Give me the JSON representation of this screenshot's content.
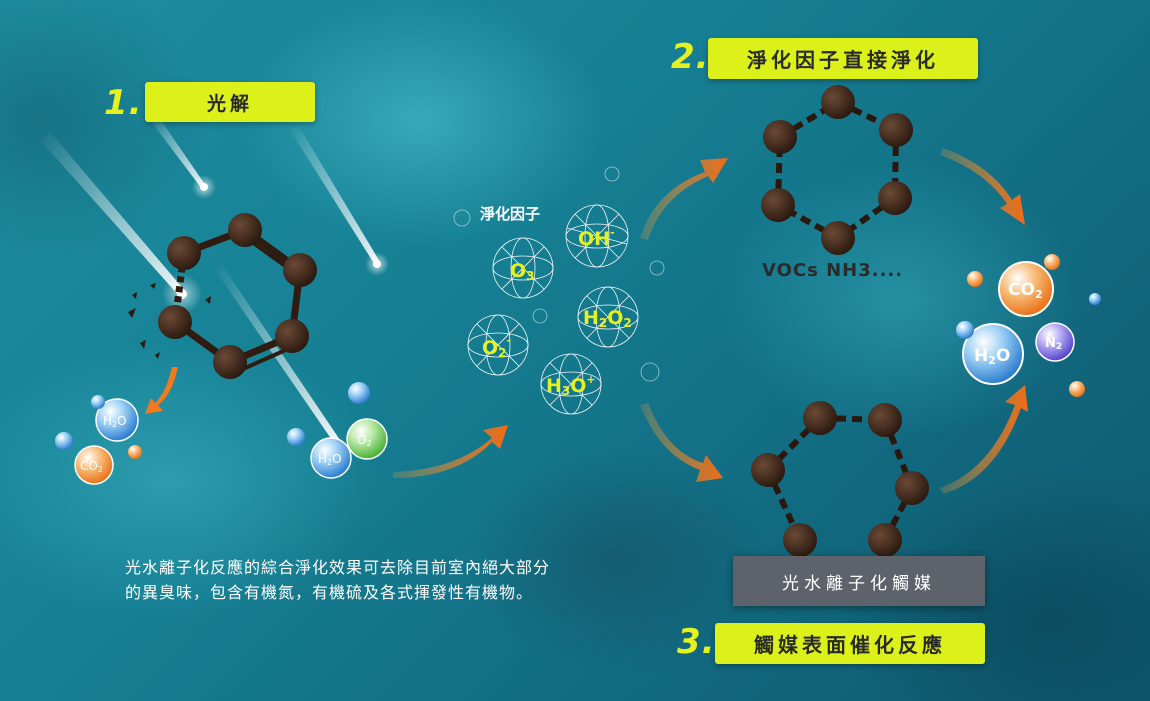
{
  "steps": [
    {
      "number": "1.",
      "label": "光解"
    },
    {
      "number": "2.",
      "label": "淨化因子直接淨化"
    },
    {
      "number": "3.",
      "label": "觸媒表面催化反應"
    }
  ],
  "factor_title": "淨化因子",
  "ions": [
    {
      "sym": "OH",
      "sup": "-"
    },
    {
      "sym": "O",
      "sub": "3"
    },
    {
      "sym": "H",
      "sub": "2",
      "sym2": "O",
      "sub2": "2"
    },
    {
      "sym": "O",
      "sub": "2",
      "sup": "-"
    },
    {
      "sym": "H",
      "sub": "3",
      "sym2": "O",
      "sup": "+"
    }
  ],
  "pollutants_label": "VOCs   NH3....",
  "catalyst_label": "光水離子化觸媒",
  "molecules_left": [
    {
      "sym": "H",
      "sub": "2",
      "sym2": "O",
      "color": "#4f9be0"
    },
    {
      "sym": "CO",
      "sub": "2",
      "color": "#f08a2a"
    }
  ],
  "molecules_mid": [
    {
      "sym": "O",
      "sub": "2",
      "color": "#5cc24a"
    },
    {
      "sym": "H",
      "sub": "2",
      "sym2": "O",
      "color": "#4f9be0"
    }
  ],
  "molecules_right": [
    {
      "sym": "CO",
      "sub": "2",
      "color": "#f08a2a"
    },
    {
      "sym": "H",
      "sub": "2",
      "sym2": "O",
      "color": "#4f9be0"
    },
    {
      "sym": "N",
      "sub": "2",
      "color": "#6a5ad8"
    }
  ],
  "description": [
    "光水離子化反應的綜合淨化效果可去除目前室內絕大部分",
    "的異臭味，包含有機氮，有機硫及各式揮發性有機物。"
  ],
  "colors": {
    "accent": "#dcf01a",
    "step_number": "#e6f21e",
    "arrow": "#f07a20",
    "molecule": "#3a2418"
  }
}
